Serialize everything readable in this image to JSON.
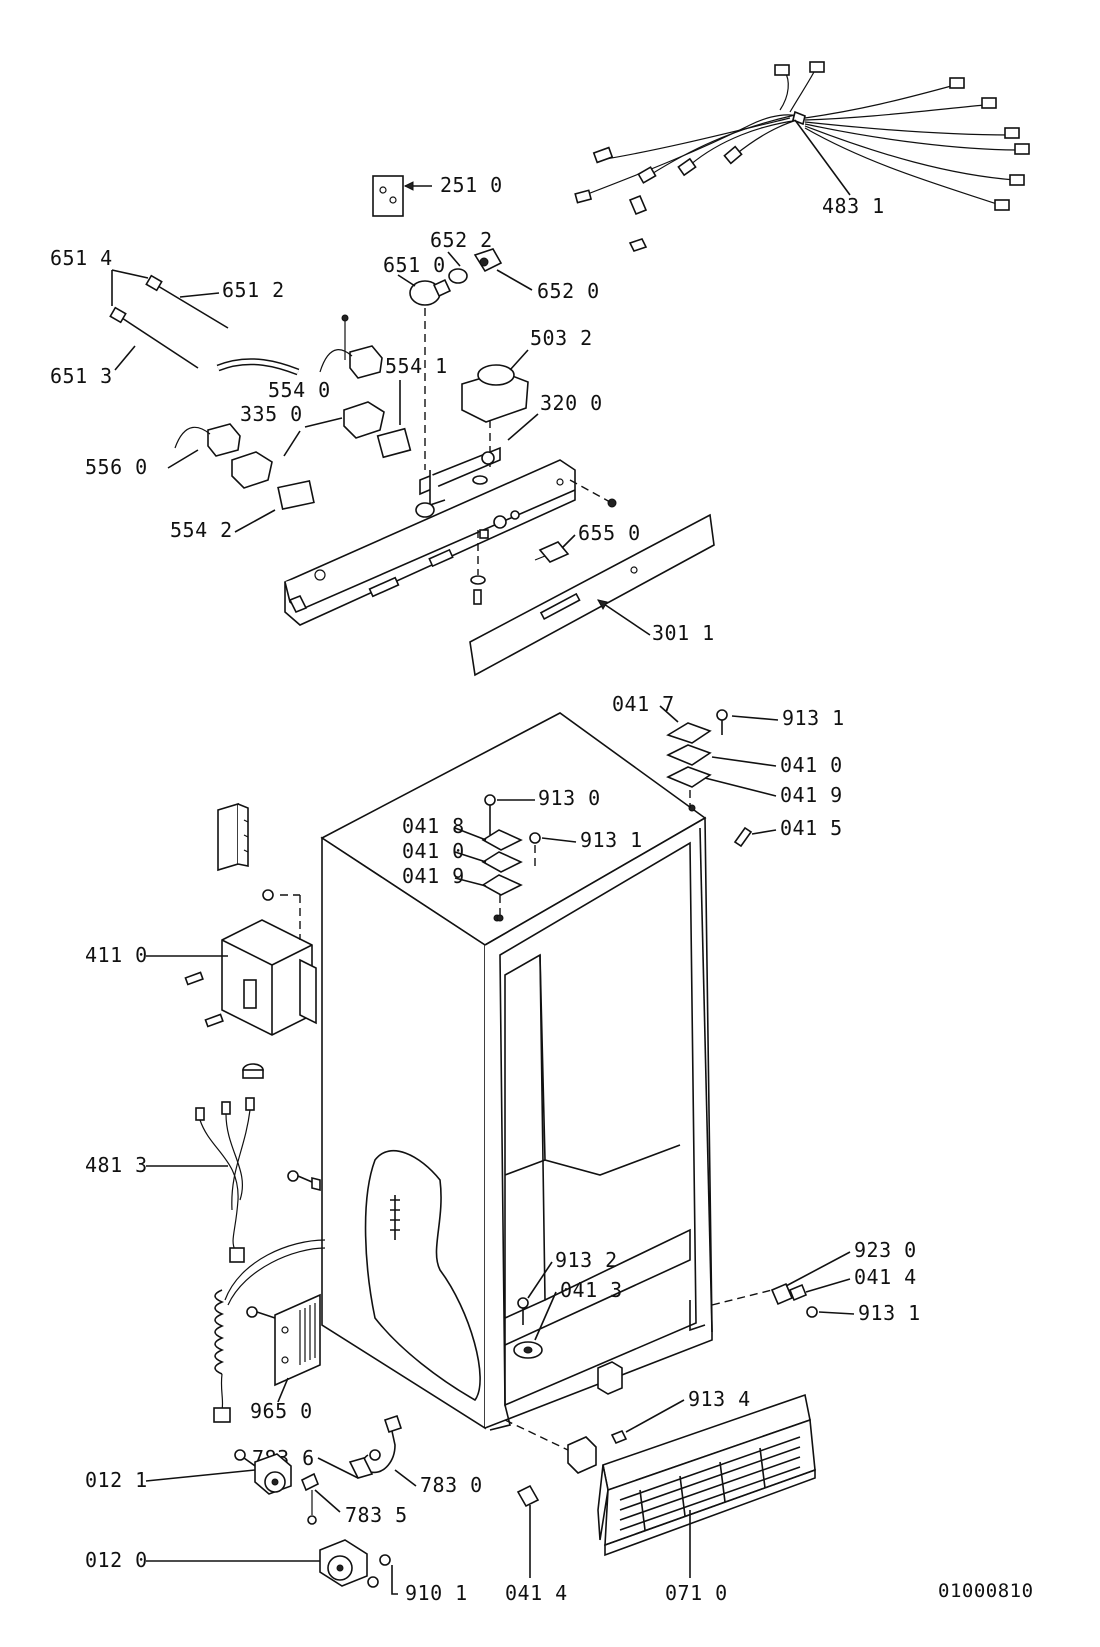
{
  "drawing_number": "01000810",
  "callouts": {
    "c4831": "483 1",
    "c2510": "251 0",
    "c6522": "652 2",
    "c6520": "652 0",
    "c6510": "651 0",
    "c6514": "651 4",
    "c6512": "651 2",
    "c6513": "651 3",
    "c5032": "503 2",
    "c5541": "554 1",
    "c5540": "554 0",
    "c3200": "320 0",
    "c3350": "335 0",
    "c5560": "556 0",
    "c5542": "554 2",
    "c6550": "655 0",
    "c3011": "301 1",
    "c0417": "041 7",
    "c9131a": "913 1",
    "c0410a": "041 0",
    "c0419a": "041 9",
    "c0415": "041 5",
    "c9130": "913 0",
    "c0418": "041 8",
    "c9131b": "913 1",
    "c0410b": "041 0",
    "c0419b": "041 9",
    "c4110": "411 0",
    "c4813": "481 3",
    "c9230": "923 0",
    "c0414a": "041 4",
    "c9131c": "913 1",
    "c9132": "913 2",
    "c0413": "041 3",
    "c9650": "965 0",
    "c9134": "913 4",
    "c7836": "783 6",
    "c7830": "783 0",
    "c7835": "783 5",
    "c0121": "012 1",
    "c0120": "012 0",
    "c9101": "910 1",
    "c0414b": "041 4",
    "c0710": "071 0"
  }
}
